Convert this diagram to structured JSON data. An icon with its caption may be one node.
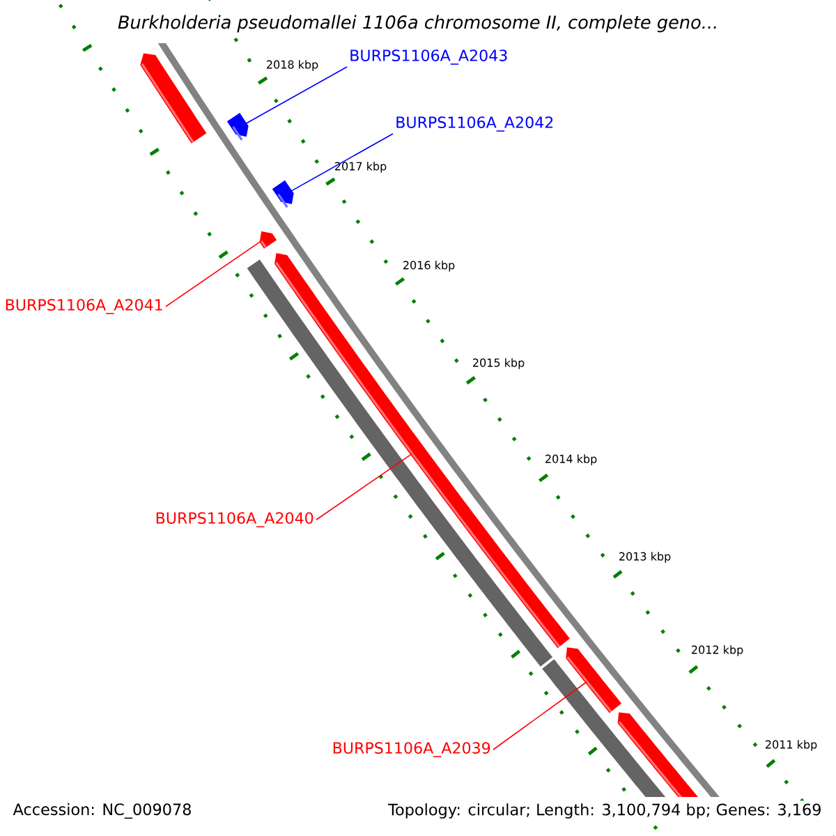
{
  "diagram": {
    "title": "Burkholderia pseudomallei 1106a chromosome II, complete geno...",
    "nodes": [
      {
        "text": [
          "BURPS1106A_A2043"
        ]
      },
      {
        "text": [
          "BURPS1106A_A2042"
        ]
      },
      {
        "text": [
          "BURPS1106A_A2041"
        ]
      },
      {
        "text": [
          "BURPS1106A_A2040"
        ]
      },
      {
        "text": [
          "BURPS1106A_A2039"
        ]
      },
      {
        "text": [],
        "shape": "bar"
      },
      {
        "text": [],
        "shape": "bar"
      },
      {
        "text": [],
        "shape": "bar"
      },
      {
        "text": [],
        "shape": "bar"
      },
      {
        "text": [],
        "shape": "bar"
      },
      {
        "text": [],
        "shape": "bar"
      },
      {
        "text": [],
        "shape": "bar"
      }
    ],
    "edges": [
      {
        "from": 0,
        "to": 6,
        "arrow": "none",
        "color": "#0000ff"
      },
      {
        "from": 1,
        "to": 7,
        "arrow": "none",
        "color": "#0000ff"
      },
      {
        "from": 2,
        "to": 8,
        "arrow": "none"
      },
      {
        "from": 3,
        "to": 9,
        "arrow": "none"
      },
      {
        "from": 4,
        "to": 10,
        "arrow": "none"
      }
    ],
    "labels": [
      "2018 kbp",
      "2017 kbp",
      "2016 kbp",
      "2015 kbp",
      "2014 kbp",
      "2013 kbp",
      "2012 kbp",
      "2011 kbp",
      "Accession: NC_009078",
      "Topology: circular; Length: 3,100,794 bp; Genes: 3,169"
    ]
  }
}
